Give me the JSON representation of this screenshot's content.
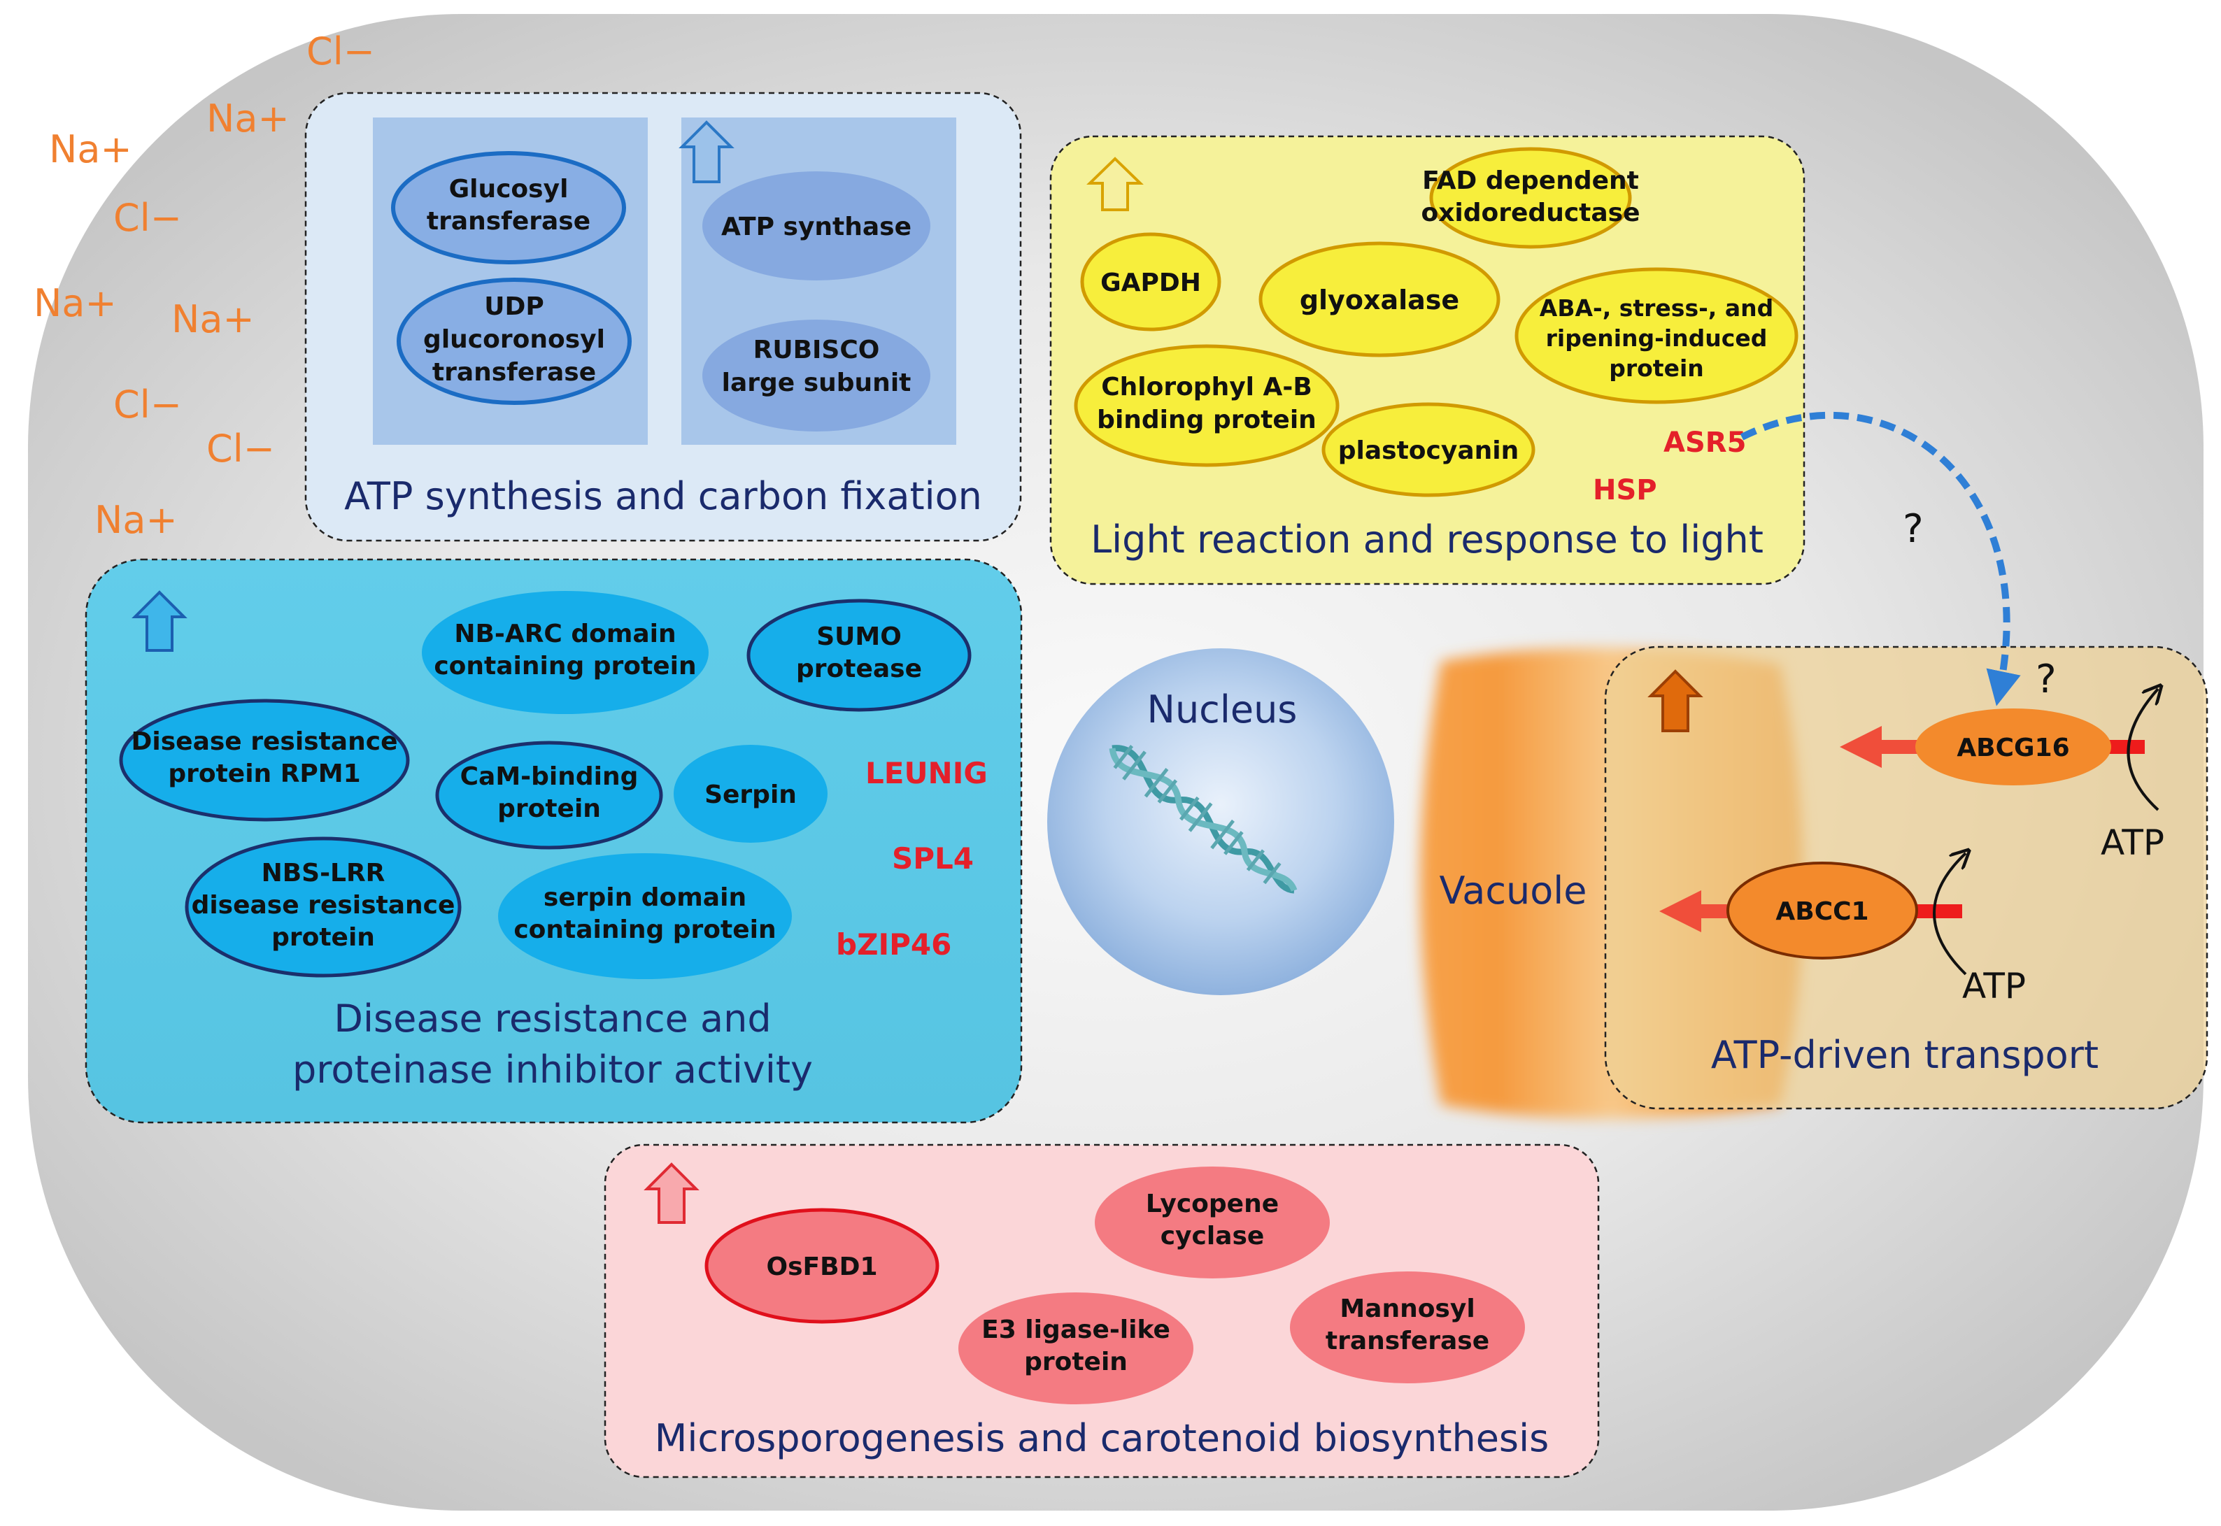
{
  "ions": [
    {
      "label": "Cl−"
    },
    {
      "label": "Na+"
    },
    {
      "label": "Na+"
    },
    {
      "label": "Cl−"
    },
    {
      "label": "Na+"
    },
    {
      "label": "Na+"
    },
    {
      "label": "Cl−"
    },
    {
      "label": "Cl−"
    },
    {
      "label": "Na+"
    }
  ],
  "atp_panel": {
    "title": "ATP synthesis and carbon fixation",
    "ellipses": [
      {
        "lines": [
          "Glucosyl",
          "transferase"
        ]
      },
      {
        "lines": [
          "UDP",
          "glucoronosyl",
          "transferase"
        ]
      },
      {
        "lines": [
          "ATP synthase"
        ]
      },
      {
        "lines": [
          "RUBISCO",
          "large subunit"
        ]
      }
    ]
  },
  "light_panel": {
    "title": "Light reaction and response to light",
    "ellipses": [
      {
        "lines": [
          "FAD dependent",
          "oxidoreductase"
        ]
      },
      {
        "lines": [
          "GAPDH"
        ]
      },
      {
        "lines": [
          "glyoxalase"
        ]
      },
      {
        "lines": [
          "ABA-, stress-, and",
          "ripening-induced",
          "protein"
        ]
      },
      {
        "lines": [
          "Chlorophyl A-B",
          "binding protein"
        ]
      },
      {
        "lines": [
          "plastocyanin"
        ]
      }
    ],
    "red_labels": [
      "ASR5",
      "HSP"
    ]
  },
  "disease_panel": {
    "title_lines": [
      "Disease resistance and",
      "proteinase inhibitor activity"
    ],
    "ellipses": [
      {
        "lines": [
          "NB-ARC domain",
          "containing protein"
        ]
      },
      {
        "lines": [
          "SUMO",
          "protease"
        ]
      },
      {
        "lines": [
          "Disease resistance",
          "protein RPM1"
        ]
      },
      {
        "lines": [
          "CaM-binding",
          "protein"
        ]
      },
      {
        "lines": [
          "Serpin"
        ]
      },
      {
        "lines": [
          "NBS-LRR",
          "disease resistance",
          "protein"
        ]
      },
      {
        "lines": [
          "serpin domain",
          "containing protein"
        ]
      }
    ],
    "red_labels": [
      "LEUNIG",
      "SPL4",
      "bZIP46"
    ]
  },
  "micro_panel": {
    "title": "Microsporogenesis and carotenoid biosynthesis",
    "ellipses": [
      {
        "lines": [
          "OsFBD1"
        ]
      },
      {
        "lines": [
          "Lycopene",
          "cyclase"
        ]
      },
      {
        "lines": [
          "E3 ligase-like",
          "protein"
        ]
      },
      {
        "lines": [
          "Mannosyl",
          "transferase"
        ]
      }
    ]
  },
  "transport_panel": {
    "title": "ATP-driven transport",
    "transporters": [
      {
        "label": "ABCG16"
      },
      {
        "label": "ABCC1"
      }
    ],
    "atp_labels": [
      "ATP",
      "ATP"
    ],
    "question_marks": [
      "?",
      "?"
    ]
  },
  "organelles": {
    "nucleus": "Nucleus",
    "vacuole": "Vacuole"
  },
  "colors": {
    "ion": "#f08030",
    "title_text": "#1a2a6c",
    "red_label": "#e4202a",
    "atp_panel_bg": "#dce9f6",
    "light_panel_bg": "#f5f29a",
    "disease_panel_bg": "#5ccbe8",
    "micro_panel_bg": "#fbd6d8",
    "transport_panel_bg": "#efd196",
    "dashed_arrow": "#2f7fd6"
  }
}
